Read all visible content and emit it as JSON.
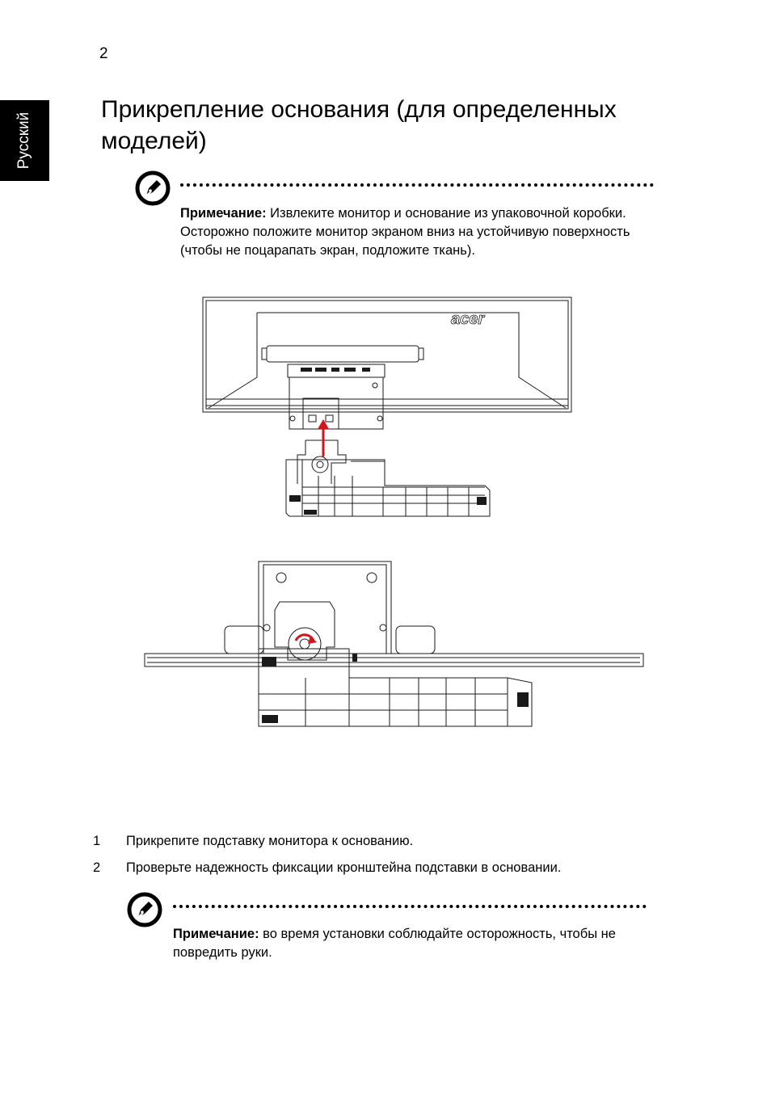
{
  "page": {
    "number": "2",
    "language_tab": "Русский"
  },
  "title": "Прикрепление основания (для определенных моделей)",
  "note1": {
    "label": "Примечание:",
    "text": " Извлеките монитор и основание из упаковочной коробки. Осторожно положите монитор экраном вниз на устойчивую поверхность (чтобы не поцарапать экран, подложите ткань)."
  },
  "figure_top": {
    "logo": "acer",
    "icon": "monitor-stand-attach-illustration"
  },
  "figure_bottom": {
    "icon": "stand-screw-lock-illustration"
  },
  "steps": [
    {
      "number": "1",
      "text": "Прикрепите подставку монитора к основанию."
    },
    {
      "number": "2",
      "text": "Проверьте надежность фиксации кронштейна подставки в основании."
    }
  ],
  "note2": {
    "label": "Примечание:",
    "text": " во время установки соблюдайте осторожность, чтобы не повредить руки."
  },
  "colors": {
    "arrow": "#d0161c",
    "line": "#1a1a1a",
    "tab": "#000000"
  }
}
